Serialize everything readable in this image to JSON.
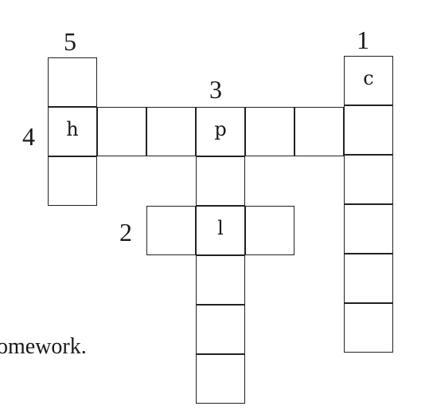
{
  "puzzle": {
    "clue_numbers": [
      "1",
      "2",
      "3",
      "4",
      "5"
    ],
    "cells": [
      {
        "row": 0,
        "col": 6,
        "letter": "c"
      },
      {
        "row": 1,
        "col": 0,
        "letter": "h"
      },
      {
        "row": 1,
        "col": 1,
        "letter": ""
      },
      {
        "row": 1,
        "col": 2,
        "letter": ""
      },
      {
        "row": 1,
        "col": 3,
        "letter": "p"
      },
      {
        "row": 1,
        "col": 4,
        "letter": ""
      },
      {
        "row": 1,
        "col": 5,
        "letter": ""
      },
      {
        "row": 1,
        "col": 6,
        "letter": ""
      },
      {
        "row": 0,
        "col": 0,
        "letter": ""
      },
      {
        "row": 2,
        "col": 0,
        "letter": ""
      },
      {
        "row": 2,
        "col": 3,
        "letter": ""
      },
      {
        "row": 3,
        "col": 2,
        "letter": ""
      },
      {
        "row": 3,
        "col": 3,
        "letter": "l"
      },
      {
        "row": 3,
        "col": 4,
        "letter": ""
      },
      {
        "row": 4,
        "col": 3,
        "letter": ""
      },
      {
        "row": 5,
        "col": 3,
        "letter": ""
      },
      {
        "row": 6,
        "col": 3,
        "letter": ""
      },
      {
        "row": 2,
        "col": 6,
        "letter": ""
      },
      {
        "row": 3,
        "col": 6,
        "letter": ""
      },
      {
        "row": 4,
        "col": 6,
        "letter": ""
      },
      {
        "row": 5,
        "col": 6,
        "letter": ""
      }
    ]
  },
  "cropped_text": "omework."
}
